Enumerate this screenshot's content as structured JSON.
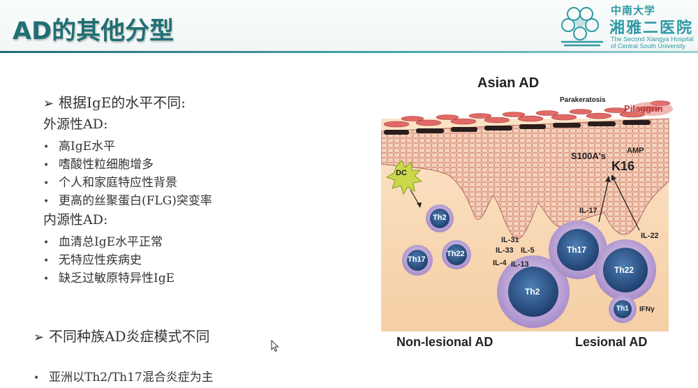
{
  "header": {
    "title": "AD的其他分型",
    "logo": {
      "cn_line1": "中南大学",
      "cn_line2": "湘雅二医院",
      "en_line1": "The Second Xiangya Hospital",
      "en_line2": "of Central South University",
      "color": "#2f9aa4"
    }
  },
  "content": {
    "section1_heading": "根据IgE的水平不同:",
    "extrinsic_label": "外源性AD:",
    "extrinsic_items": [
      "高IgE水平",
      "嗜酸性粒细胞增多",
      "个人和家庭特应性背景",
      "更高的丝聚蛋白(FLG)突变率"
    ],
    "intrinsic_label": "内源性AD:",
    "intrinsic_items": [
      "血清总IgE水平正常",
      "无特应性疾病史",
      "缺乏过敏原特异性IgE"
    ],
    "section2_heading": "不同种族AD炎症模式不同",
    "section2_items": [
      "亚洲以Th2/Th17混合炎症为主"
    ]
  },
  "figure": {
    "title": "Asian AD",
    "top_labels": [
      "Parakeratosis",
      "Pilaggrin"
    ],
    "epidermis_labels": [
      "S100A's",
      "AMP",
      "K16"
    ],
    "dc_label": "DC",
    "cells": {
      "left": [
        "Th2",
        "Th22",
        "Th17"
      ],
      "center": "Th2",
      "right": [
        "Th17",
        "Th22",
        "Th1"
      ]
    },
    "cytokines_center": [
      "IL-31",
      "IL-33",
      "IL-5",
      "IL-4",
      "IL-13"
    ],
    "cytokines_right": [
      "IL-17",
      "IL-22",
      "IFNγ"
    ],
    "bottom_labels": [
      "Non-lesional AD",
      "Lesional AD"
    ]
  },
  "colors": {
    "accent": "#1f6f73",
    "cell_outer": "#b9a2d6",
    "cell_inner": "#2f5b8f",
    "dermis": "#f7d8b4",
    "stratum_red": "#d9534f"
  }
}
